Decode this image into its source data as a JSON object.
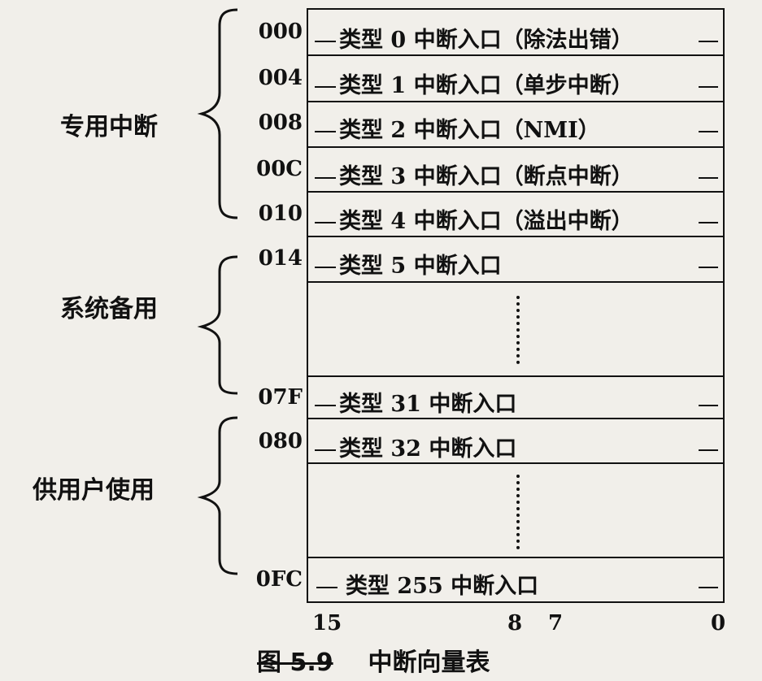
{
  "figure": {
    "caption_prefix": "图 5.9",
    "caption_title": "中断向量表"
  },
  "groups": [
    {
      "label": "专用中断"
    },
    {
      "label": "系统备用"
    },
    {
      "label": "供用户使用"
    }
  ],
  "entries": [
    {
      "addr": "000",
      "text": "类型 0 中断入口（除法出错）"
    },
    {
      "addr": "004",
      "text": "类型 1 中断入口（单步中断）"
    },
    {
      "addr": "008",
      "text": "类型 2 中断入口（NMI）"
    },
    {
      "addr": "00C",
      "text": "类型 3 中断入口（断点中断）"
    },
    {
      "addr": "010",
      "text": "类型 4 中断入口（溢出中断）"
    },
    {
      "addr": "014",
      "text": "类型 5 中断入口"
    },
    {
      "addr": "07F",
      "text": "类型 31 中断入口"
    },
    {
      "addr": "080",
      "text": "类型 32 中断入口"
    },
    {
      "addr": "0FC",
      "text": "类型 255 中断入口"
    }
  ],
  "bit_labels": [
    "15",
    "8",
    "7",
    "0"
  ]
}
